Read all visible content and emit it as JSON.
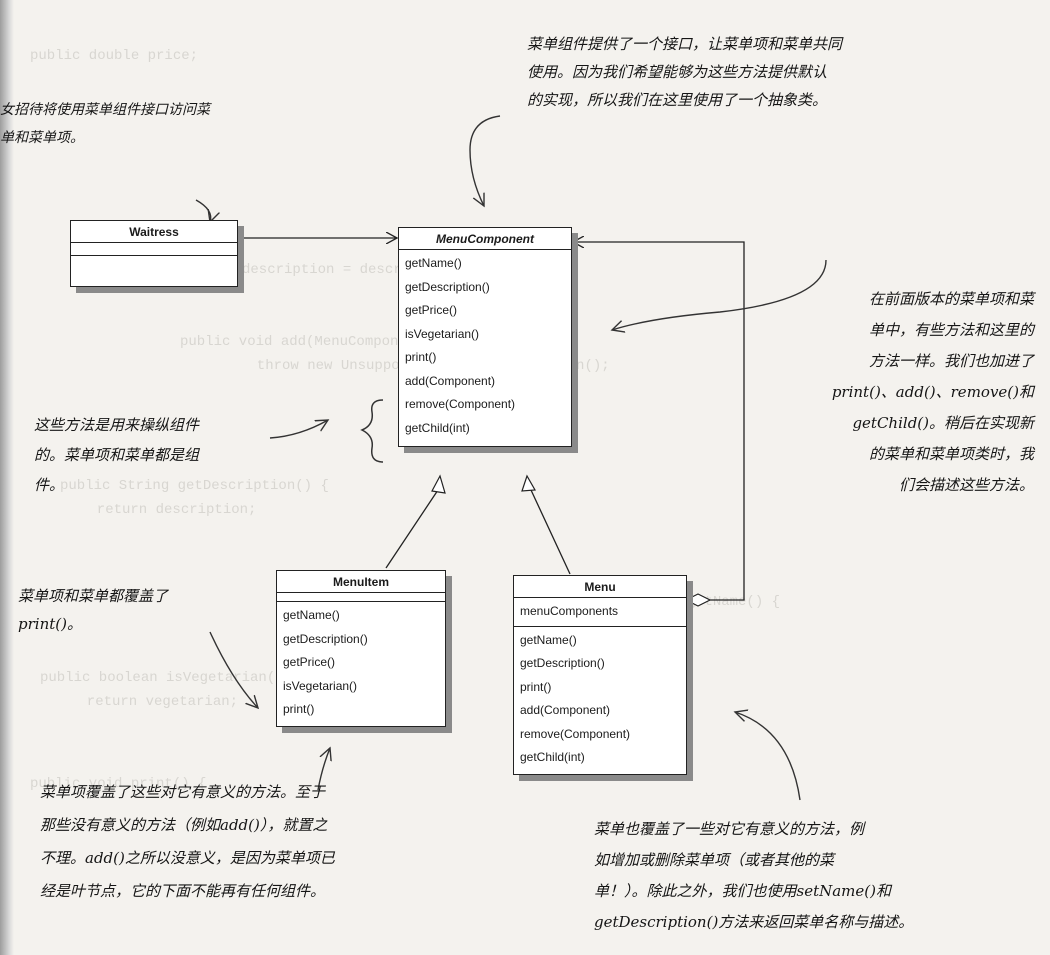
{
  "background_code": [
    "public double price;",
    "this.description = description;",
    "public void add(MenuComponent menuComponent) {",
    "  throw new UnsupportedOperationException();",
    "public String getDescription() {",
    "  return description;",
    "public String getName() {",
    "public boolean isVegetarian() {",
    "  return vegetarian;",
    "public void print() {"
  ],
  "classes": {
    "waitress": {
      "name": "Waitress",
      "attributes": [],
      "operations": []
    },
    "menu_component": {
      "name": "MenuComponent",
      "operations": [
        "getName()",
        "getDescription()",
        "getPrice()",
        "isVegetarian()",
        "print()",
        "add(Component)",
        "remove(Component)",
        "getChild(int)"
      ]
    },
    "menu_item": {
      "name": "MenuItem",
      "operations": [
        "getName()",
        "getDescription()",
        "getPrice()",
        "isVegetarian()",
        "print()"
      ]
    },
    "menu": {
      "name": "Menu",
      "attributes": [
        "menuComponents"
      ],
      "operations": [
        "getName()",
        "getDescription()",
        "print()",
        "add(Component)",
        "remove(Component)",
        "getChild(int)"
      ]
    }
  },
  "notes": {
    "waitress_note": [
      "女招待将使用菜单组件接口访问菜",
      "单和菜单项。"
    ],
    "component_note": [
      "菜单组件提供了一个接口，让菜单项和菜单共同",
      "使用。因为我们希望能够为这些方法提供默认",
      "的实现，所以我们在这里使用了一个抽象类。"
    ],
    "previous_version_note": [
      "在前面版本的菜单项和菜",
      "单中，有些方法和这里的",
      "方法一样。我们也加进了",
      "print()、add()、remove()和",
      "getChild()。稍后在实现新",
      "的菜单和菜单项类时，我",
      "们会描述这些方法。"
    ],
    "manipulate_note": [
      "这些方法是用来操纵组件",
      "的。菜单项和菜单都是组",
      "件。"
    ],
    "print_override_note": [
      "菜单项和菜单都覆盖了",
      "print()。"
    ],
    "menuitem_override_note": [
      "菜单项覆盖了这些对它有意义的方法。至于",
      "那些没有意义的方法（例如add()），就置之",
      "不理。add()之所以没意义，是因为菜单项已",
      "经是叶节点，它的下面不能再有任何组件。"
    ],
    "menu_override_note": [
      "菜单也覆盖了一些对它有意义的方法，例",
      "如增加或删除菜单项（或者其他的菜",
      "单！）。除此之外，我们也使用setName()和",
      "getDescription()方法来返回菜单名称与描述。"
    ]
  }
}
